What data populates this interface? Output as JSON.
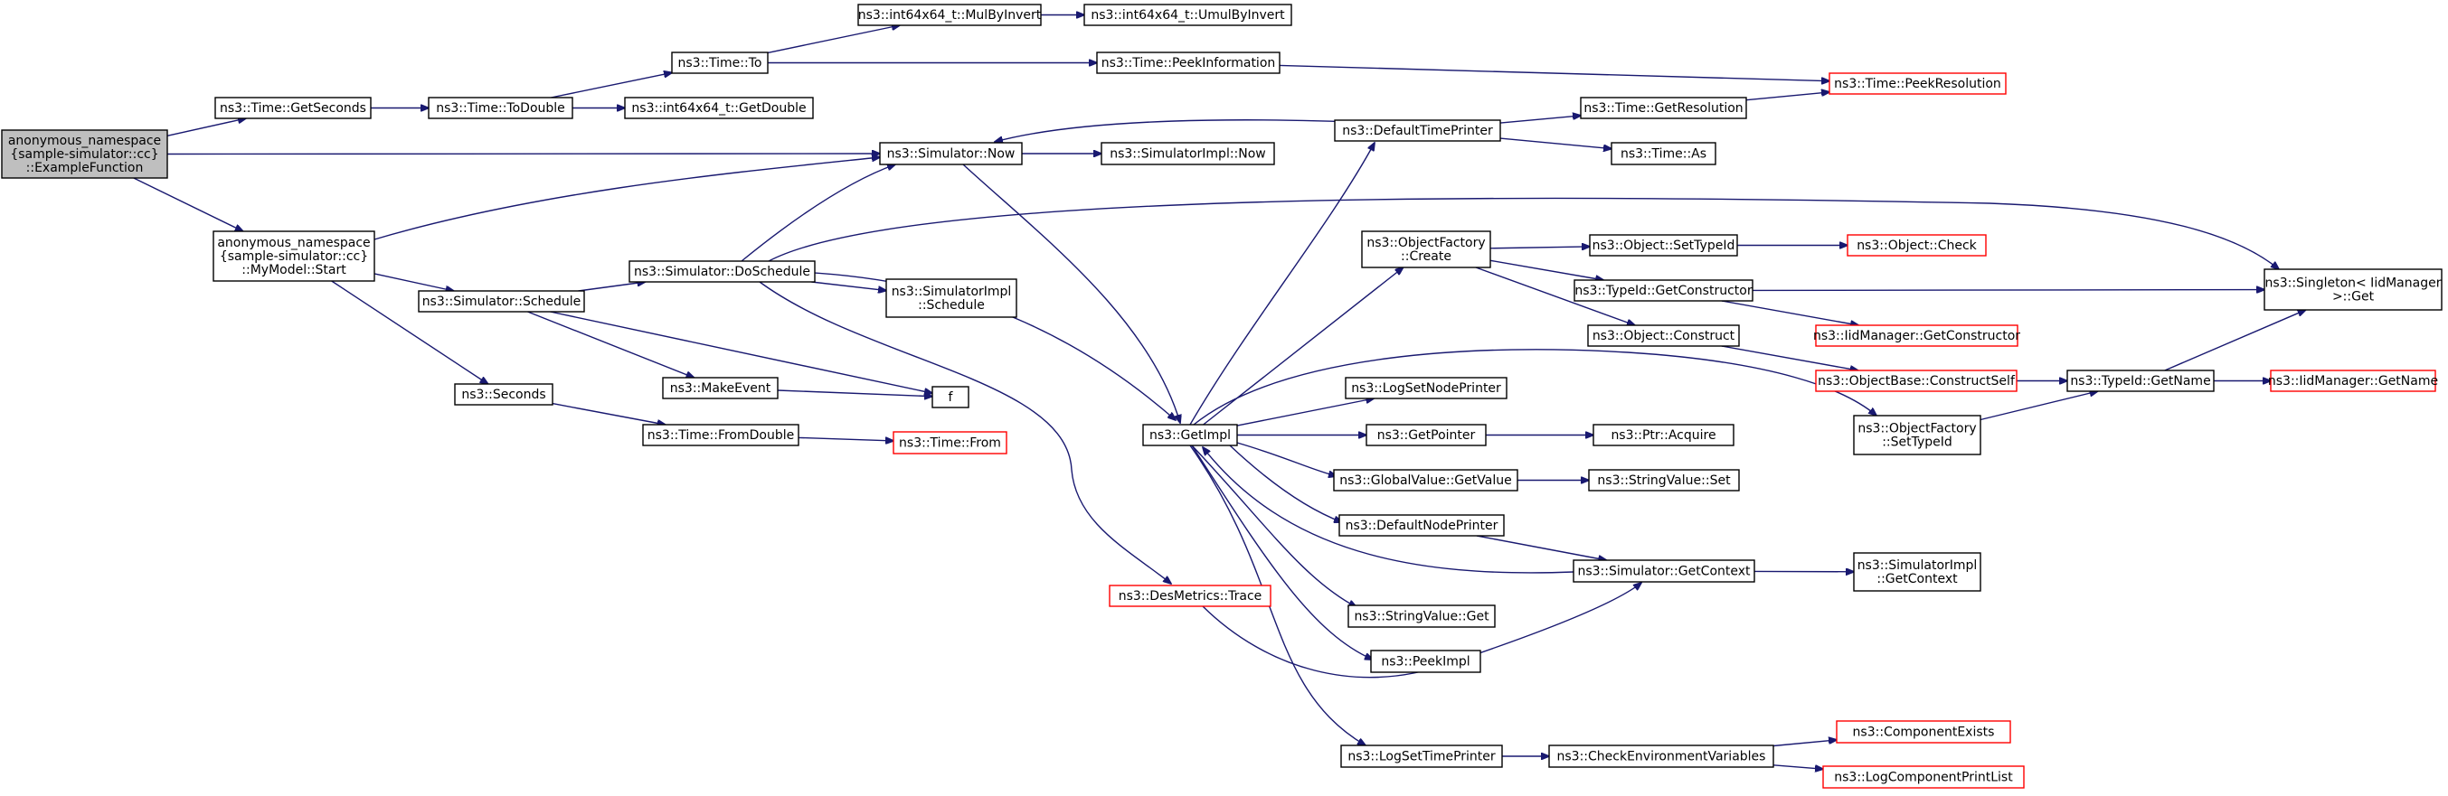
{
  "diagram": {
    "root": "anonymous_namespace{sample-simulator.cc}::ExampleFunction",
    "colors": {
      "edge": "#191970",
      "root_fill": "#bfbfbf",
      "node_border": "#000000",
      "truncated_border": "#ff0000"
    },
    "nodes": [
      {
        "id": "example",
        "lines": [
          "anonymous_namespace",
          "{sample-simulator::cc}",
          "::ExampleFunction"
        ],
        "root": true
      },
      {
        "id": "getseconds",
        "lines": [
          "ns3::Time::GetSeconds"
        ]
      },
      {
        "id": "sim_now",
        "lines": [
          "ns3::Simulator::Now"
        ]
      },
      {
        "id": "mymodel",
        "lines": [
          "anonymous_namespace",
          "{sample-simulator::cc}",
          "::MyModel::Start"
        ]
      },
      {
        "id": "todouble",
        "lines": [
          "ns3::Time::ToDouble"
        ]
      },
      {
        "id": "time_to",
        "lines": [
          "ns3::Time::To"
        ]
      },
      {
        "id": "getdouble",
        "lines": [
          "ns3::int64x64_t::GetDouble"
        ]
      },
      {
        "id": "mulbyinvert",
        "lines": [
          "ns3::int64x64_t::MulByInvert"
        ]
      },
      {
        "id": "umulbyinvert",
        "lines": [
          "ns3::int64x64_t::UmulByInvert"
        ]
      },
      {
        "id": "peekinfo",
        "lines": [
          "ns3::Time::PeekInformation"
        ]
      },
      {
        "id": "peekres",
        "lines": [
          "ns3::Time::PeekResolution"
        ],
        "truncated": true
      },
      {
        "id": "simimpl_now",
        "lines": [
          "ns3::SimulatorImpl::Now"
        ]
      },
      {
        "id": "deftimeprinter",
        "lines": [
          "ns3::DefaultTimePrinter"
        ]
      },
      {
        "id": "getres",
        "lines": [
          "ns3::Time::GetResolution"
        ]
      },
      {
        "id": "time_as",
        "lines": [
          "ns3::Time::As"
        ]
      },
      {
        "id": "schedule",
        "lines": [
          "ns3::Simulator::Schedule"
        ]
      },
      {
        "id": "doschedule",
        "lines": [
          "ns3::Simulator::DoSchedule"
        ]
      },
      {
        "id": "simimpl_sched",
        "lines": [
          "ns3::SimulatorImpl",
          "::Schedule"
        ]
      },
      {
        "id": "makeevent",
        "lines": [
          "ns3::MakeEvent"
        ]
      },
      {
        "id": "f",
        "lines": [
          "f"
        ]
      },
      {
        "id": "seconds",
        "lines": [
          "ns3::Seconds"
        ]
      },
      {
        "id": "fromdouble",
        "lines": [
          "ns3::Time::FromDouble"
        ]
      },
      {
        "id": "time_from",
        "lines": [
          "ns3::Time::From"
        ],
        "truncated": true
      },
      {
        "id": "getimpl",
        "lines": [
          "ns3::GetImpl"
        ]
      },
      {
        "id": "desmetrics",
        "lines": [
          "ns3::DesMetrics::Trace"
        ],
        "truncated": true
      },
      {
        "id": "objfactory_create",
        "lines": [
          "ns3::ObjectFactory",
          "::Create"
        ]
      },
      {
        "id": "logsetnodeprinter",
        "lines": [
          "ns3::LogSetNodePrinter"
        ]
      },
      {
        "id": "getpointer",
        "lines": [
          "ns3::GetPointer"
        ]
      },
      {
        "id": "globalvalue_get",
        "lines": [
          "ns3::GlobalValue::GetValue"
        ]
      },
      {
        "id": "defnodeprinter",
        "lines": [
          "ns3::DefaultNodePrinter"
        ]
      },
      {
        "id": "stringvalue_get",
        "lines": [
          "ns3::StringValue::Get"
        ]
      },
      {
        "id": "peekimpl",
        "lines": [
          "ns3::PeekImpl"
        ]
      },
      {
        "id": "logsettimeprinter",
        "lines": [
          "ns3::LogSetTimePrinter"
        ]
      },
      {
        "id": "object_settypeid",
        "lines": [
          "ns3::Object::SetTypeId"
        ]
      },
      {
        "id": "object_check",
        "lines": [
          "ns3::Object::Check"
        ],
        "truncated": true
      },
      {
        "id": "typeid_getctor",
        "lines": [
          "ns3::TypeId::GetConstructor"
        ]
      },
      {
        "id": "iidmgr_getctor",
        "lines": [
          "ns3::IidManager::GetConstructor"
        ],
        "truncated": true
      },
      {
        "id": "object_construct",
        "lines": [
          "ns3::Object::Construct"
        ]
      },
      {
        "id": "objbase_constructself",
        "lines": [
          "ns3::ObjectBase::ConstructSelf"
        ],
        "truncated": true
      },
      {
        "id": "singleton_get",
        "lines": [
          "ns3::Singleton< IidManager",
          " >::Get"
        ]
      },
      {
        "id": "typeid_getname",
        "lines": [
          "ns3::TypeId::GetName"
        ]
      },
      {
        "id": "iidmgr_getname",
        "lines": [
          "ns3::IidManager::GetName"
        ],
        "truncated": true
      },
      {
        "id": "objfactory_settypeid",
        "lines": [
          "ns3::ObjectFactory",
          "::SetTypeId"
        ]
      },
      {
        "id": "ptr_acquire",
        "lines": [
          "ns3::Ptr::Acquire"
        ]
      },
      {
        "id": "stringvalue_set",
        "lines": [
          "ns3::StringValue::Set"
        ]
      },
      {
        "id": "sim_getcontext",
        "lines": [
          "ns3::Simulator::GetContext"
        ]
      },
      {
        "id": "simimpl_getcontext",
        "lines": [
          "ns3::SimulatorImpl",
          "::GetContext"
        ]
      },
      {
        "id": "checkenv",
        "lines": [
          "ns3::CheckEnvironmentVariables"
        ]
      },
      {
        "id": "componentexists",
        "lines": [
          "ns3::ComponentExists"
        ],
        "truncated": true
      },
      {
        "id": "logcompprintlist",
        "lines": [
          "ns3::LogComponentPrintList"
        ],
        "truncated": true
      }
    ],
    "edges": [
      [
        "example",
        "getseconds"
      ],
      [
        "example",
        "sim_now"
      ],
      [
        "example",
        "mymodel"
      ],
      [
        "getseconds",
        "todouble"
      ],
      [
        "todouble",
        "time_to"
      ],
      [
        "todouble",
        "getdouble"
      ],
      [
        "time_to",
        "mulbyinvert"
      ],
      [
        "time_to",
        "peekinfo"
      ],
      [
        "mulbyinvert",
        "umulbyinvert"
      ],
      [
        "peekinfo",
        "peekres"
      ],
      [
        "sim_now",
        "simimpl_now"
      ],
      [
        "sim_now",
        "getimpl"
      ],
      [
        "deftimeprinter",
        "sim_now"
      ],
      [
        "deftimeprinter",
        "getres"
      ],
      [
        "deftimeprinter",
        "time_as"
      ],
      [
        "getres",
        "peekres"
      ],
      [
        "mymodel",
        "sim_now"
      ],
      [
        "mymodel",
        "schedule"
      ],
      [
        "mymodel",
        "seconds"
      ],
      [
        "schedule",
        "doschedule"
      ],
      [
        "schedule",
        "makeevent"
      ],
      [
        "schedule",
        "f"
      ],
      [
        "makeevent",
        "f"
      ],
      [
        "doschedule",
        "sim_now"
      ],
      [
        "doschedule",
        "singleton_get"
      ],
      [
        "doschedule",
        "simimpl_sched"
      ],
      [
        "doschedule",
        "getimpl"
      ],
      [
        "doschedule",
        "desmetrics"
      ],
      [
        "seconds",
        "fromdouble"
      ],
      [
        "fromdouble",
        "time_from"
      ],
      [
        "getimpl",
        "deftimeprinter"
      ],
      [
        "getimpl",
        "objfactory_create"
      ],
      [
        "getimpl",
        "objfactory_settypeid"
      ],
      [
        "getimpl",
        "logsetnodeprinter"
      ],
      [
        "getimpl",
        "getpointer"
      ],
      [
        "getimpl",
        "globalvalue_get"
      ],
      [
        "getimpl",
        "defnodeprinter"
      ],
      [
        "getimpl",
        "stringvalue_get"
      ],
      [
        "getimpl",
        "peekimpl"
      ],
      [
        "getimpl",
        "logsettimeprinter"
      ],
      [
        "sim_getcontext",
        "getimpl"
      ],
      [
        "desmetrics",
        "sim_getcontext"
      ],
      [
        "objfactory_create",
        "object_settypeid"
      ],
      [
        "objfactory_create",
        "typeid_getctor"
      ],
      [
        "objfactory_create",
        "object_construct"
      ],
      [
        "object_settypeid",
        "object_check"
      ],
      [
        "typeid_getctor",
        "singleton_get"
      ],
      [
        "typeid_getctor",
        "iidmgr_getctor"
      ],
      [
        "object_construct",
        "objbase_constructself"
      ],
      [
        "objbase_constructself",
        "typeid_getname"
      ],
      [
        "objfactory_settypeid",
        "typeid_getname"
      ],
      [
        "typeid_getname",
        "singleton_get"
      ],
      [
        "typeid_getname",
        "iidmgr_getname"
      ],
      [
        "getpointer",
        "ptr_acquire"
      ],
      [
        "globalvalue_get",
        "stringvalue_set"
      ],
      [
        "defnodeprinter",
        "sim_getcontext"
      ],
      [
        "sim_getcontext",
        "simimpl_getcontext"
      ],
      [
        "logsettimeprinter",
        "checkenv"
      ],
      [
        "checkenv",
        "componentexists"
      ],
      [
        "checkenv",
        "logcompprintlist"
      ]
    ]
  }
}
